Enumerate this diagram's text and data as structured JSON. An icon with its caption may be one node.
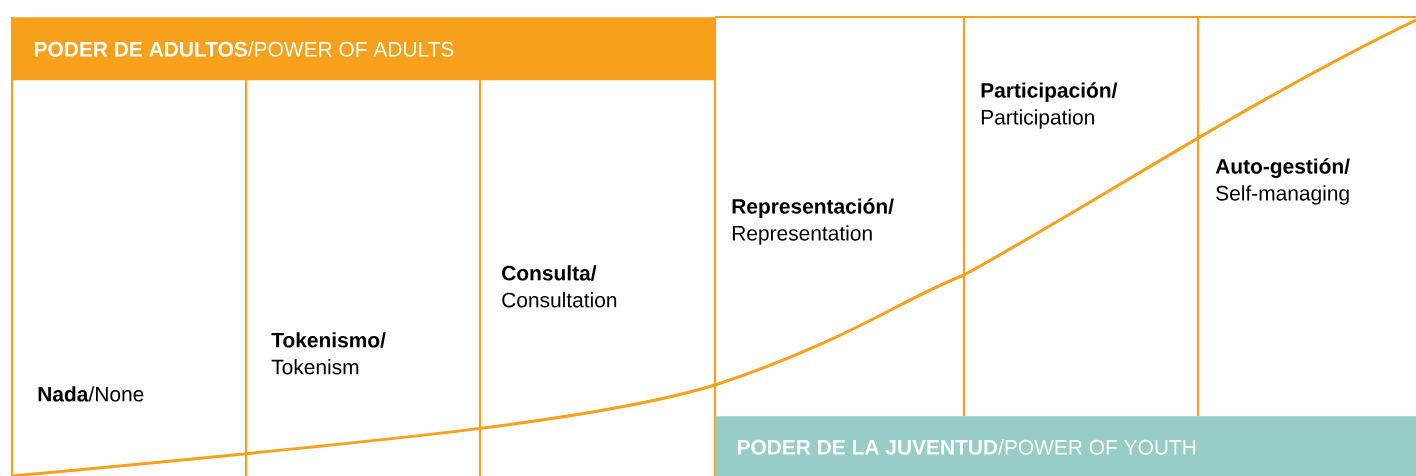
{
  "diagram": {
    "nodes": [
      {
        "text": [
          "**PODER DE ADULTOS**/POWER OF ADULTS"
        ]
      },
      {
        "text": [
          "**Nada**/None"
        ]
      },
      {
        "text": [
          "**Tokenismo/** Tokenism"
        ]
      },
      {
        "text": [
          "**Consulta/** Consultation"
        ]
      },
      {
        "text": [
          "**Representación/** Representation"
        ]
      },
      {
        "text": [
          "**Participación/** Participation"
        ]
      },
      {
        "text": [
          "**Auto-gestión/** Self-managing"
        ]
      },
      {
        "text": [
          "**PODER DE LA JUVENTUD**/POWER OF YOUTH"
        ]
      }
    ]
  }
}
